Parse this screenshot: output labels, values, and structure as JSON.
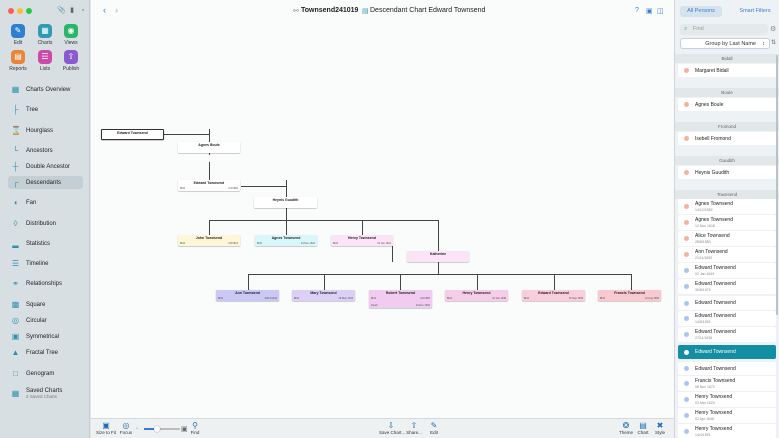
{
  "sidebar": {
    "quick": [
      {
        "label": "Edit",
        "color": "#2f7fd0",
        "icon": "pencil-icon"
      },
      {
        "label": "Charts",
        "color": "#2f9bb0",
        "icon": "charts-icon"
      },
      {
        "label": "Views",
        "color": "#2bb56a",
        "icon": "eye-icon"
      },
      {
        "label": "Reports",
        "color": "#e8853a",
        "icon": "reports-icon"
      },
      {
        "label": "Lists",
        "color": "#c94aa8",
        "icon": "lists-icon"
      },
      {
        "label": "Publish",
        "color": "#8a5ad0",
        "icon": "publish-icon"
      }
    ],
    "items": [
      {
        "label": "Charts Overview",
        "icon": "charts-overview-icon"
      },
      {
        "label": "Tree",
        "icon": "tree-icon"
      },
      {
        "label": "Hourglass",
        "icon": "hourglass-icon"
      },
      {
        "label": "Ancestors",
        "icon": "ancestors-icon"
      },
      {
        "label": "Double Ancestor",
        "icon": "double-ancestor-icon"
      },
      {
        "label": "Descendants",
        "icon": "descendants-icon",
        "active": true
      },
      {
        "label": "Fan",
        "icon": "fan-icon"
      },
      {
        "label": "Distribution",
        "icon": "distribution-icon"
      },
      {
        "label": "Statistics",
        "icon": "statistics-icon"
      },
      {
        "label": "Timeline",
        "icon": "timeline-icon"
      },
      {
        "label": "Relationships",
        "icon": "relationships-icon"
      },
      {
        "label": "Square",
        "icon": "square-icon"
      },
      {
        "label": "Circular",
        "icon": "circular-icon"
      },
      {
        "label": "Symmetrical",
        "icon": "symmetrical-icon"
      },
      {
        "label": "Fractal Tree",
        "icon": "fractal-tree-icon"
      },
      {
        "label": "Genogram",
        "icon": "genogram-icon"
      },
      {
        "label": "Saved Charts",
        "sub": "2 Saved Charts",
        "icon": "saved-charts-icon"
      }
    ]
  },
  "toolbar": {
    "file_name": "Townsend241019",
    "chart_title": "Descendant Chart Edward Townsend"
  },
  "chart": {
    "cards": [
      {
        "name": "Edward Townsend",
        "color": "#ffffff",
        "birth_label": "",
        "birth_date": ""
      },
      {
        "name": "Agnes Boule",
        "color": "#ffffff",
        "birth_label": "",
        "birth_date": ""
      },
      {
        "name": "Edward Townsend",
        "color": "#ffffff",
        "birth_label": "Birth",
        "birth_date": "1/3/1582"
      },
      {
        "name": "Heynis Guudith",
        "color": "#ffffff",
        "birth_label": "",
        "birth_date": ""
      },
      {
        "name": "John Townsend",
        "color": "#fdf6d8",
        "birth_label": "Birth",
        "birth_date": "1/8/1613"
      },
      {
        "name": "Agnes Townsend",
        "color": "#d9f6f8",
        "birth_label": "Birth",
        "birth_date": "14 Nov 1610"
      },
      {
        "name": "Henry Townsend",
        "color": "#fce3f5",
        "birth_label": "Birth",
        "birth_date": "31 Jan 1621"
      },
      {
        "name": "Katherine",
        "color": "#fce3f5",
        "birth_label": "",
        "birth_date": ""
      },
      {
        "name": "Ann Townsend",
        "color": "#ccc8f5",
        "birth_label": "Birth",
        "birth_date": "20/11/1642"
      },
      {
        "name": "Mary Townsend",
        "color": "#dcd0f6",
        "birth_label": "Birth",
        "birth_date": "29 May 1643"
      },
      {
        "name": "Robert Townsend",
        "color": "#f0cdf0",
        "birth_label": "Birth",
        "birth_date": "2/2/1650",
        "death_label": "Death",
        "death_date": "24 Dec 1652"
      },
      {
        "name": "Henry Townsend",
        "color": "#f6cde8",
        "birth_label": "Birth",
        "birth_date": "10 Jan 1648"
      },
      {
        "name": "Edward Townsend",
        "color": "#f8cddc",
        "birth_label": "Birth",
        "birth_date": "15 Sep 1645"
      },
      {
        "name": "Francis Townsend",
        "color": "#f8c9cf",
        "birth_label": "Birth",
        "birth_date": "12 Aug 1655"
      }
    ]
  },
  "bottombar": {
    "items": [
      {
        "label": "Size to Fit",
        "icon": "size-to-fit-icon"
      },
      {
        "label": "Focus",
        "icon": "focus-icon"
      },
      {
        "label": "Find",
        "icon": "find-icon"
      },
      {
        "label": "Save Chart...",
        "icon": "save-chart-icon"
      },
      {
        "label": "Share...",
        "icon": "share-icon"
      },
      {
        "label": "Edit",
        "icon": "edit-icon"
      },
      {
        "label": "Theme",
        "icon": "theme-icon"
      },
      {
        "label": "Chart",
        "icon": "chart-icon"
      },
      {
        "label": "Style",
        "icon": "style-icon"
      }
    ],
    "zoom_fraction": 0.35
  },
  "panel": {
    "tabs": [
      "All Persons",
      "Smart Filters"
    ],
    "find_placeholder": "Find",
    "group_by": "Group by Last Name",
    "sections": [
      {
        "title": "Bidall",
        "persons": [
          {
            "name": "Margaret Bidall",
            "date": "",
            "color": "#f4b39b"
          }
        ]
      },
      {
        "title": "Boule",
        "persons": [
          {
            "name": "Agnes Boule",
            "date": "",
            "color": "#f4b39b"
          }
        ]
      },
      {
        "title": "Fromond",
        "persons": [
          {
            "name": "Isebell Fromond",
            "date": "",
            "color": "#f4b39b"
          }
        ]
      },
      {
        "title": "Guudith",
        "persons": [
          {
            "name": "Heynis Guudith",
            "date": "",
            "color": "#f4b39b"
          }
        ]
      },
      {
        "title": "Townsend",
        "persons": [
          {
            "name": "Agnes Townsend",
            "date": "14/12/1582",
            "color": "#f4b39b"
          },
          {
            "name": "Agnes Townsend",
            "date": "12 Nov 1618",
            "color": "#f4b39b"
          },
          {
            "name": "Alice Townsend",
            "date": "28/8/1580",
            "color": "#f4b39b"
          },
          {
            "name": "Ann Townsend",
            "date": "21/11/1652",
            "color": "#f4b39b"
          },
          {
            "name": "Edward Townsend",
            "date": "02 Jan 1649",
            "color": "#a9c7ee"
          },
          {
            "name": "Edward Townsend",
            "date": "30/8/1579",
            "color": "#a9c7ee"
          },
          {
            "name": "Edward Townsend",
            "date": "",
            "color": "#a9c7ee"
          },
          {
            "name": "Edward Townsend",
            "date": "14/5/1592",
            "color": "#a9c7ee"
          },
          {
            "name": "Edward Townsend",
            "date": "27/11/1636",
            "color": "#a9c7ee"
          },
          {
            "name": "Edward Townsend",
            "date": "",
            "color": "#ffffff",
            "selected": true
          },
          {
            "name": "Edward Townsend",
            "date": "",
            "color": "#a9c7ee"
          },
          {
            "name": "Francis Townsend",
            "date": "08 Nov 1672",
            "color": "#a9c7ee"
          },
          {
            "name": "Henry Townsend",
            "date": "03 Mar 1620",
            "color": "#a9c7ee"
          },
          {
            "name": "Henry Townsend",
            "date": "02 Apr 1648",
            "color": "#a9c7ee"
          },
          {
            "name": "Henry Townsend",
            "date": "14/4/1591",
            "color": "#a9c7ee"
          }
        ]
      }
    ]
  }
}
